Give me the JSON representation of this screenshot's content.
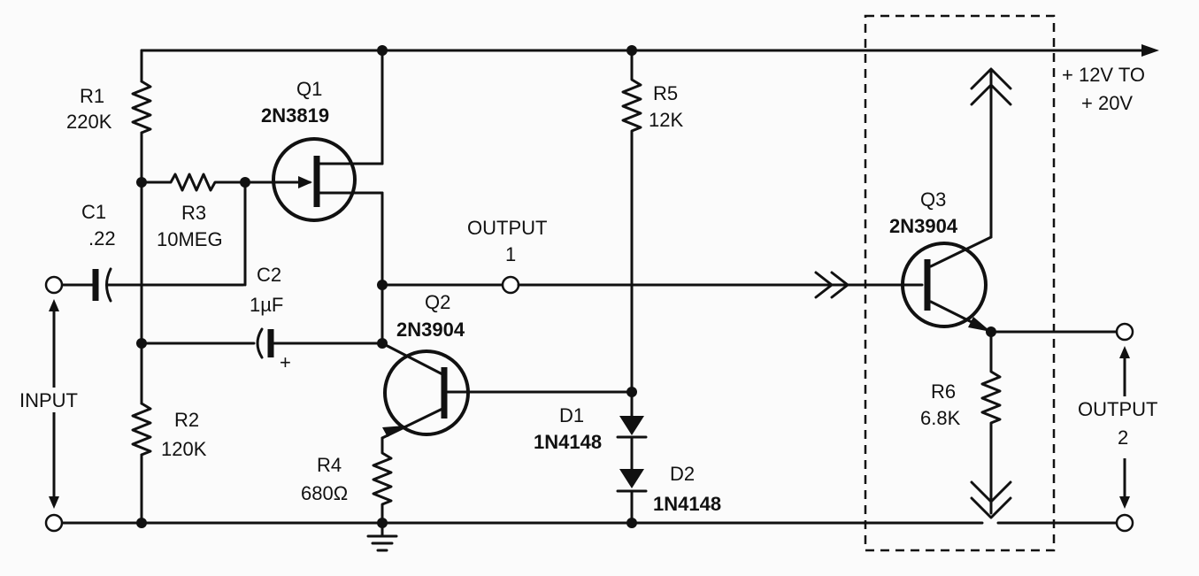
{
  "colors": {
    "ink": "#111111",
    "paper": "#fbfbfb"
  },
  "labels": {
    "r1_name": "R1",
    "r1_value": "220K",
    "q1_name": "Q1",
    "q1_part": "2N3819",
    "r5_name": "R5",
    "r5_value": "12K",
    "supply_line1": "+ 12V TO",
    "supply_line2": "+ 20V",
    "c1_name": "C1",
    "c1_value": ".22",
    "r3_name": "R3",
    "r3_value": "10MEG",
    "output1_line1": "OUTPUT",
    "output1_line2": "1",
    "c2_name": "C2",
    "c2_value": "1µF",
    "c2_polarity": "+",
    "q2_name": "Q2",
    "q2_part": "2N3904",
    "q3_name": "Q3",
    "q3_part": "2N3904",
    "input": "INPUT",
    "r2_name": "R2",
    "r2_value": "120K",
    "d1_name": "D1",
    "d1_part": "1N4148",
    "r6_name": "R6",
    "r6_value": "6.8K",
    "output2_line1": "OUTPUT",
    "output2_line2": "2",
    "r4_name": "R4",
    "r4_value": "680Ω",
    "d2_name": "D2",
    "d2_part": "1N4148"
  }
}
